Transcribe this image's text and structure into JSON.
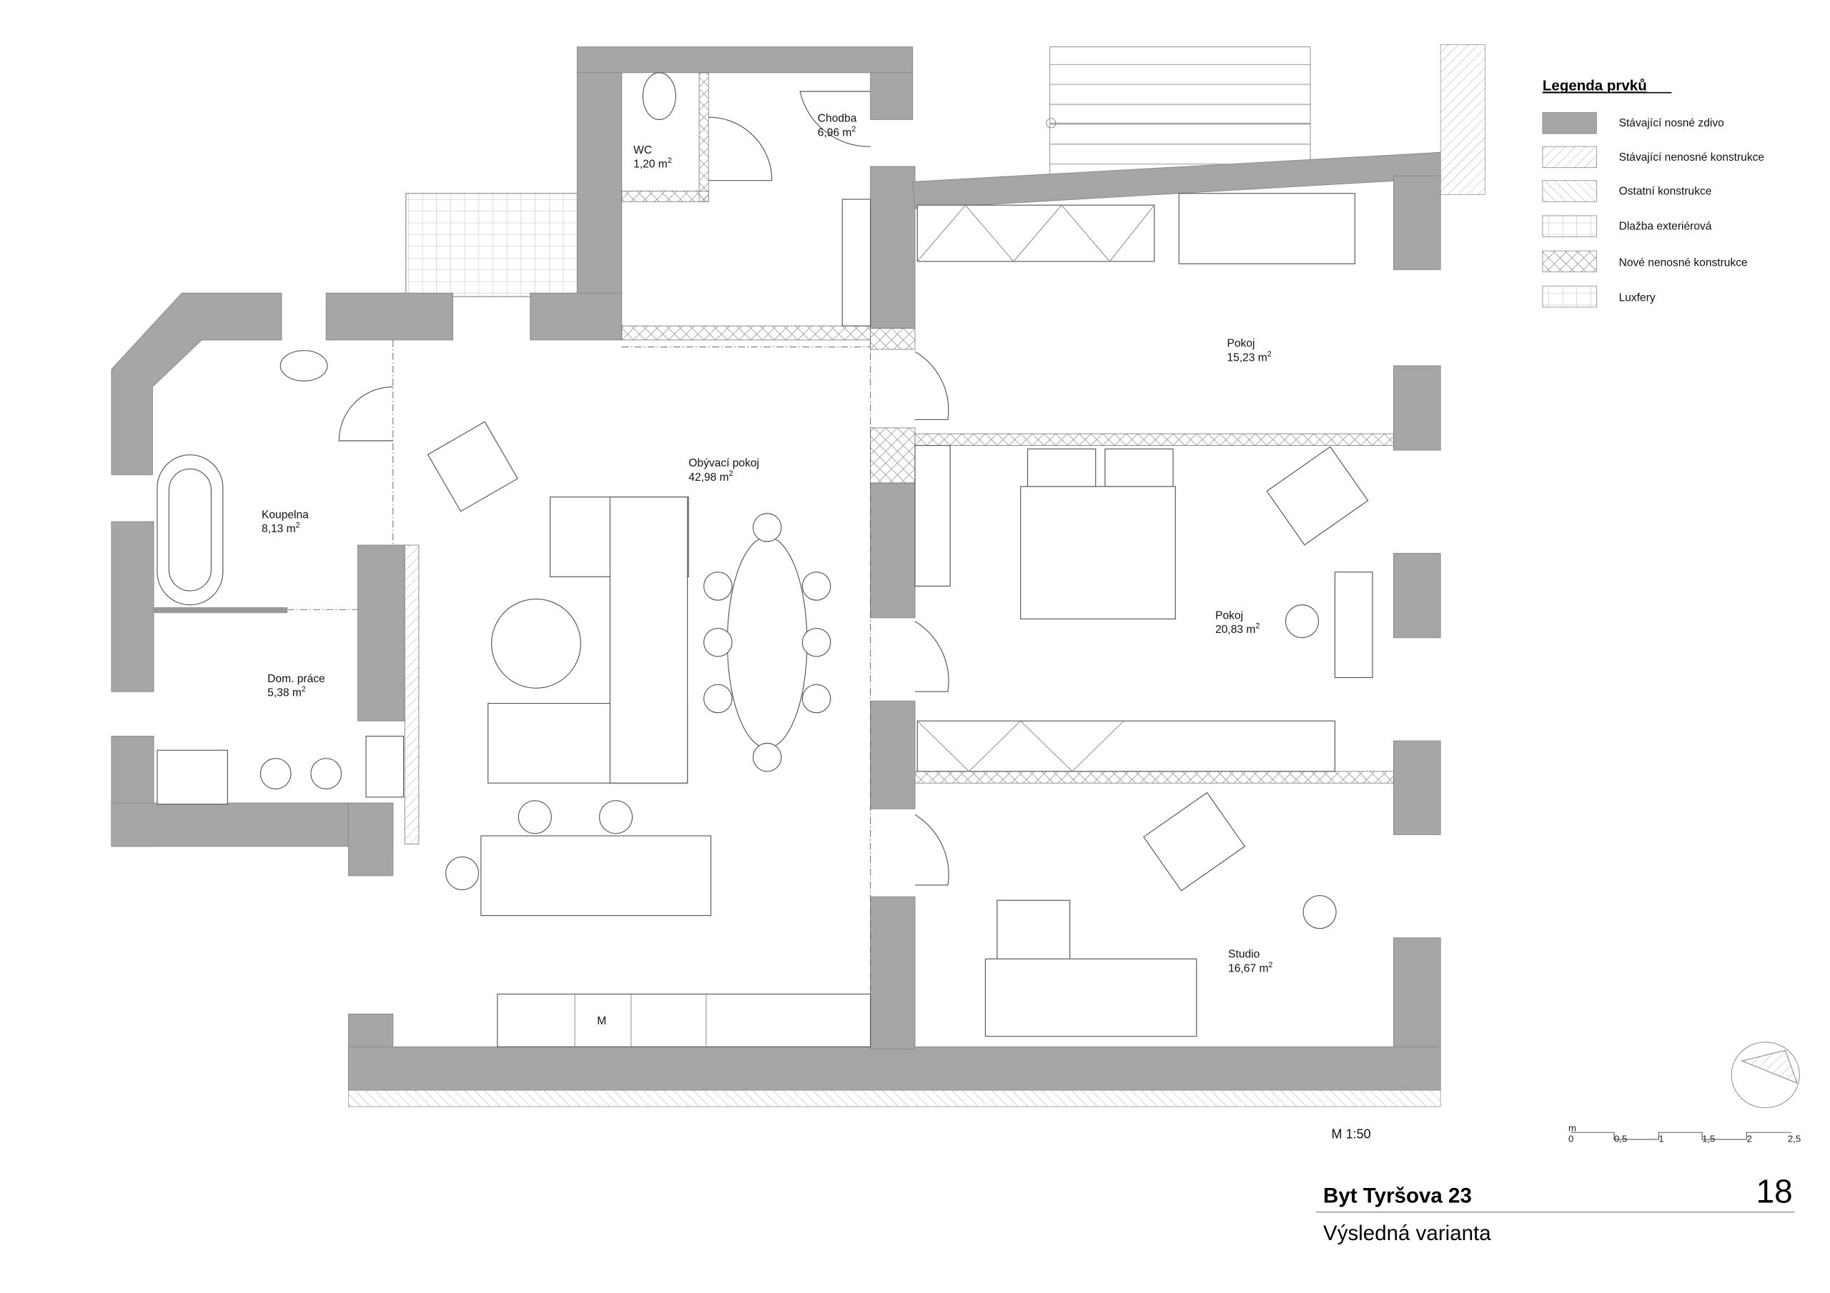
{
  "legend": {
    "title": "Legenda prvků",
    "items": [
      {
        "label": "Stávající nosné zdivo",
        "pattern": "solid-gray"
      },
      {
        "label": "Stávající nenosné konstrukce",
        "pattern": "hatch-forward"
      },
      {
        "label": "Ostatní konstrukce",
        "pattern": "hatch-back"
      },
      {
        "label": "Dlažba exteriérová",
        "pattern": "grid"
      },
      {
        "label": "Nové nenosné konstrukce",
        "pattern": "crosshatch"
      },
      {
        "label": "Luxfery",
        "pattern": "fine-grid"
      }
    ]
  },
  "rooms": {
    "wc": {
      "name": "WC",
      "area": "1,20 m",
      "sup": "2"
    },
    "chodba": {
      "name": "Chodba",
      "area": "6,96 m",
      "sup": "2"
    },
    "obyvaci": {
      "name": "Obývací pokoj",
      "area": "42,98 m",
      "sup": "2"
    },
    "koupelna": {
      "name": "Koupelna",
      "area": "8,13 m",
      "sup": "2"
    },
    "dom_prace": {
      "name": "Dom. práce",
      "area": "5,38 m",
      "sup": "2"
    },
    "pokoj1": {
      "name": "Pokoj",
      "area": "15,23 m",
      "sup": "2"
    },
    "pokoj2": {
      "name": "Pokoj",
      "area": "20,83 m",
      "sup": "2"
    },
    "studio": {
      "name": "Studio",
      "area": "16,67 m",
      "sup": "2"
    }
  },
  "kitchen_mark": "M",
  "scale": {
    "label": "M 1:50",
    "unit": "m",
    "ticks": [
      "0",
      "0,5",
      "1",
      "1,5",
      "2",
      "2,5"
    ]
  },
  "title_block": {
    "title": "Byt Tyršova 23",
    "subtitle": "Výsledná varianta",
    "page_number": "18"
  },
  "colors": {
    "wall": "#a6a6a6",
    "line": "#555555"
  }
}
